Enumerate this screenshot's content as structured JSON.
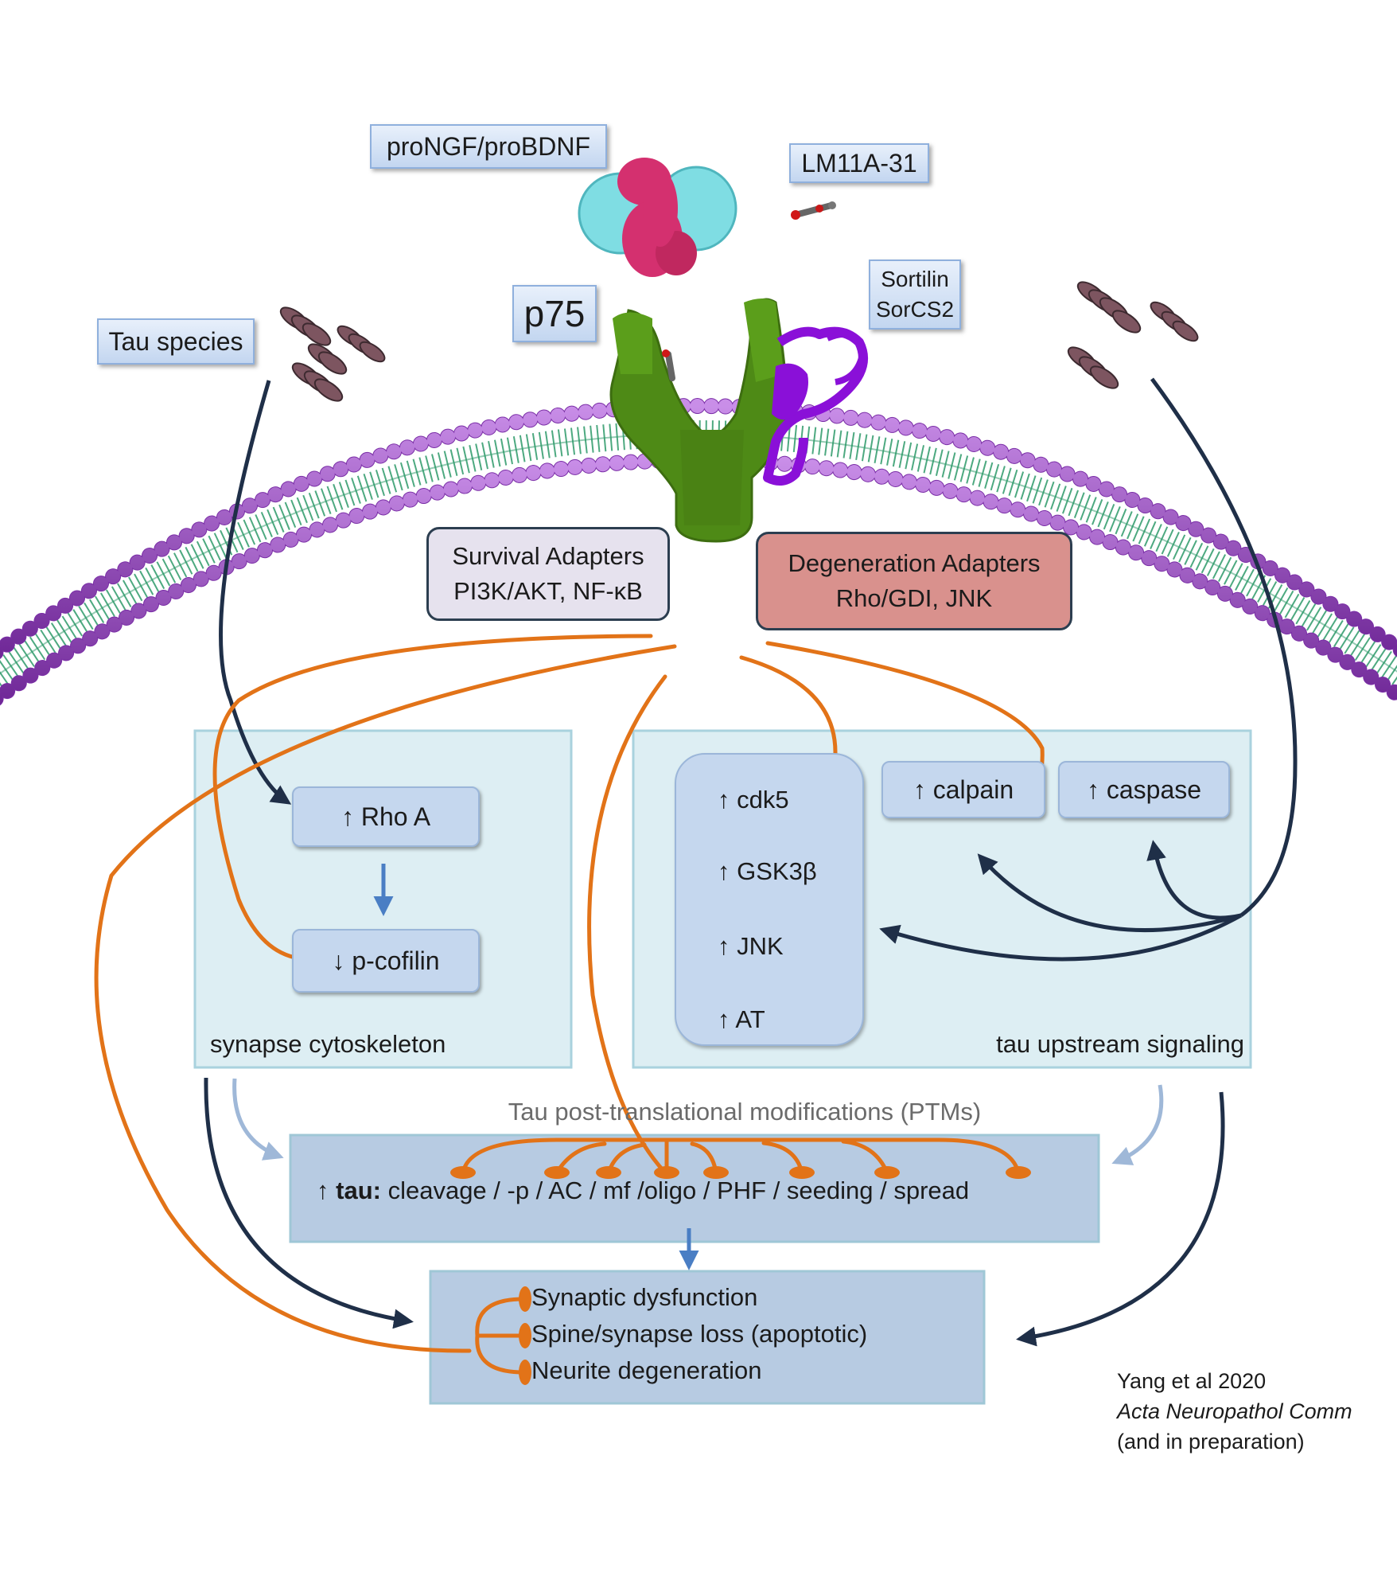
{
  "labels": {
    "pro_ngf": "proNGF/proBDNF",
    "lm11a": "LM11A-31",
    "p75": "p75",
    "sortilin": "Sortilin",
    "sorcs2": "SorCS2",
    "tau_species": "Tau species",
    "survival_title": "Survival Adapters",
    "survival_sub": "PI3K/AKT, NF-κB",
    "degeneration_title": "Degeneration Adapters",
    "degeneration_sub": "Rho/GDI, JNK"
  },
  "synapse_panel": {
    "title": "synapse cytoskeleton",
    "rho_a": "↑ Rho A",
    "p_cofilin": "↓ p-cofilin"
  },
  "upstream_panel": {
    "title": "tau upstream signaling",
    "kinases": [
      "↑ cdk5",
      "↑ GSK3β",
      "↑ JNK",
      "↑ AT"
    ],
    "calpain": "↑ calpain",
    "caspase": "↑ caspase"
  },
  "ptm": {
    "title": "Tau post-translational modifications (PTMs)",
    "arrow": "↑",
    "tau_label": "tau:",
    "items": "cleavage / -p / AC / mf /oligo / PHF / seeding / spread"
  },
  "outcomes": [
    "Synaptic dysfunction",
    "Spine/synapse loss (apoptotic)",
    "Neurite degeneration"
  ],
  "citation": {
    "line1": "Yang et al 2020",
    "line2": "Acta Neuropathol Comm",
    "line3": "(and in preparation)"
  },
  "colors": {
    "membrane_heads": "#8e3fb5",
    "membrane_tails": "#2e9a6a",
    "receptor": "#4e8a16",
    "sortilin": "#8a10d8",
    "ligand_pink": "#d4306f",
    "ligand_cyan": "#7fdde3",
    "orange_arrow": "#e27318",
    "navy_arrow": "#1f2f48",
    "panel_fill": "#ddeef3",
    "ptm_fill": "#b7cbe2",
    "degeneration_fill": "#d9918d",
    "survival_fill": "#e6e2ee"
  }
}
